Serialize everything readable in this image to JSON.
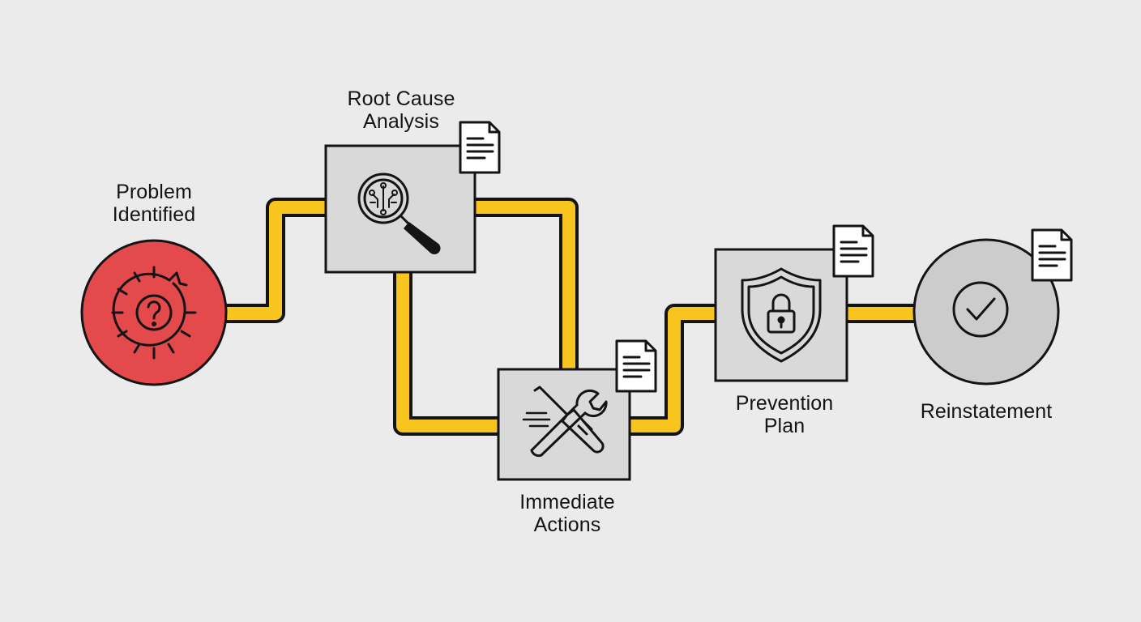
{
  "colors": {
    "background": "#ebebeb",
    "pipe": "#f7c51e",
    "outline": "#141414",
    "problem_fill": "#e44a4c",
    "box_fill": "#d9d9d9",
    "final_fill": "#cccccc",
    "doc_fill": "#ffffff"
  },
  "steps": {
    "problem": {
      "line1": "Problem",
      "line2": "Identified",
      "icon": "gear-question-icon"
    },
    "root_cause": {
      "line1": "Root Cause",
      "line2": "Analysis",
      "icon": "magnifier-circuit-icon"
    },
    "immediate": {
      "line1": "Immediate",
      "line2": "Actions",
      "icon": "wrench-screwdriver-icon"
    },
    "prevention": {
      "line1": "Prevention",
      "line2": "Plan",
      "icon": "shield-lock-icon"
    },
    "reinstatement": {
      "line1": "Reinstatement",
      "icon": "checkmark-circle-icon"
    }
  },
  "document_icon": "document-icon"
}
